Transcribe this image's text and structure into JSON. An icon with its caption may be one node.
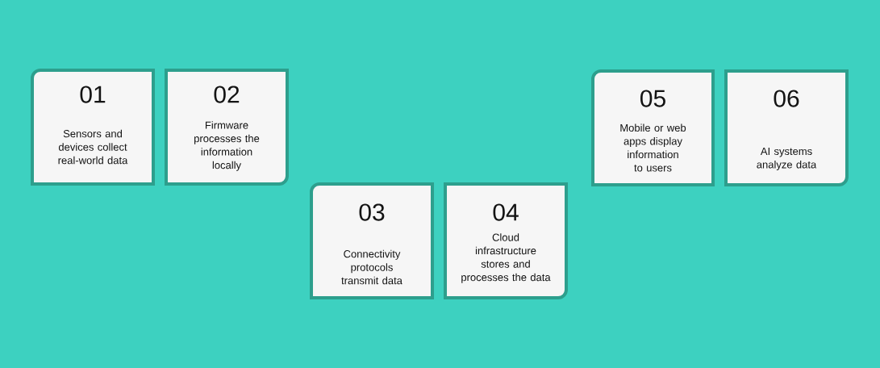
{
  "diagram": {
    "nodes": [
      {
        "text": [
          "01",
          "Sensors and devices collect real-world data"
        ]
      },
      {
        "text": [
          "02",
          "Firmware processes the information locally"
        ]
      },
      {
        "text": [
          "03",
          "Connectivity protocols transmit data"
        ]
      },
      {
        "text": [
          "04",
          "Cloud infrastructure stores and processes the data"
        ]
      },
      {
        "text": [
          "05",
          "Mobile or web apps display information to users"
        ]
      },
      {
        "text": [
          "06",
          "AI systems analyze data"
        ]
      }
    ]
  }
}
